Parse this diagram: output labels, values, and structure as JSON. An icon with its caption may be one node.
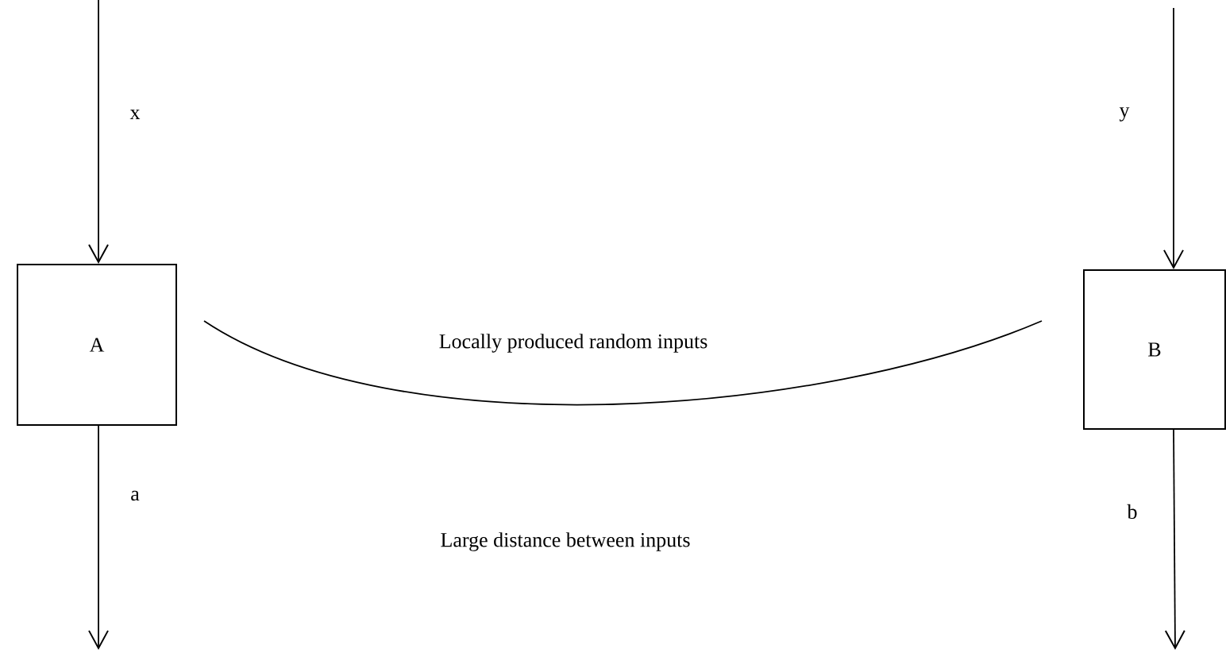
{
  "diagram": {
    "nodes": [
      {
        "text": [
          "A"
        ]
      },
      {
        "text": [
          "B"
        ]
      }
    ],
    "edges": [
      {
        "from": null,
        "to": 0,
        "arrow": "to",
        "label": "x"
      },
      {
        "from": 0,
        "to": null,
        "arrow": "to",
        "label": "a"
      },
      {
        "from": null,
        "to": 1,
        "arrow": "to",
        "label": "y"
      },
      {
        "from": 1,
        "to": null,
        "arrow": "to",
        "label": "b"
      },
      {
        "from": 0,
        "to": 1,
        "arrow": "none"
      }
    ],
    "labels": [
      "Locally produced random inputs",
      "Large distance between inputs"
    ]
  }
}
